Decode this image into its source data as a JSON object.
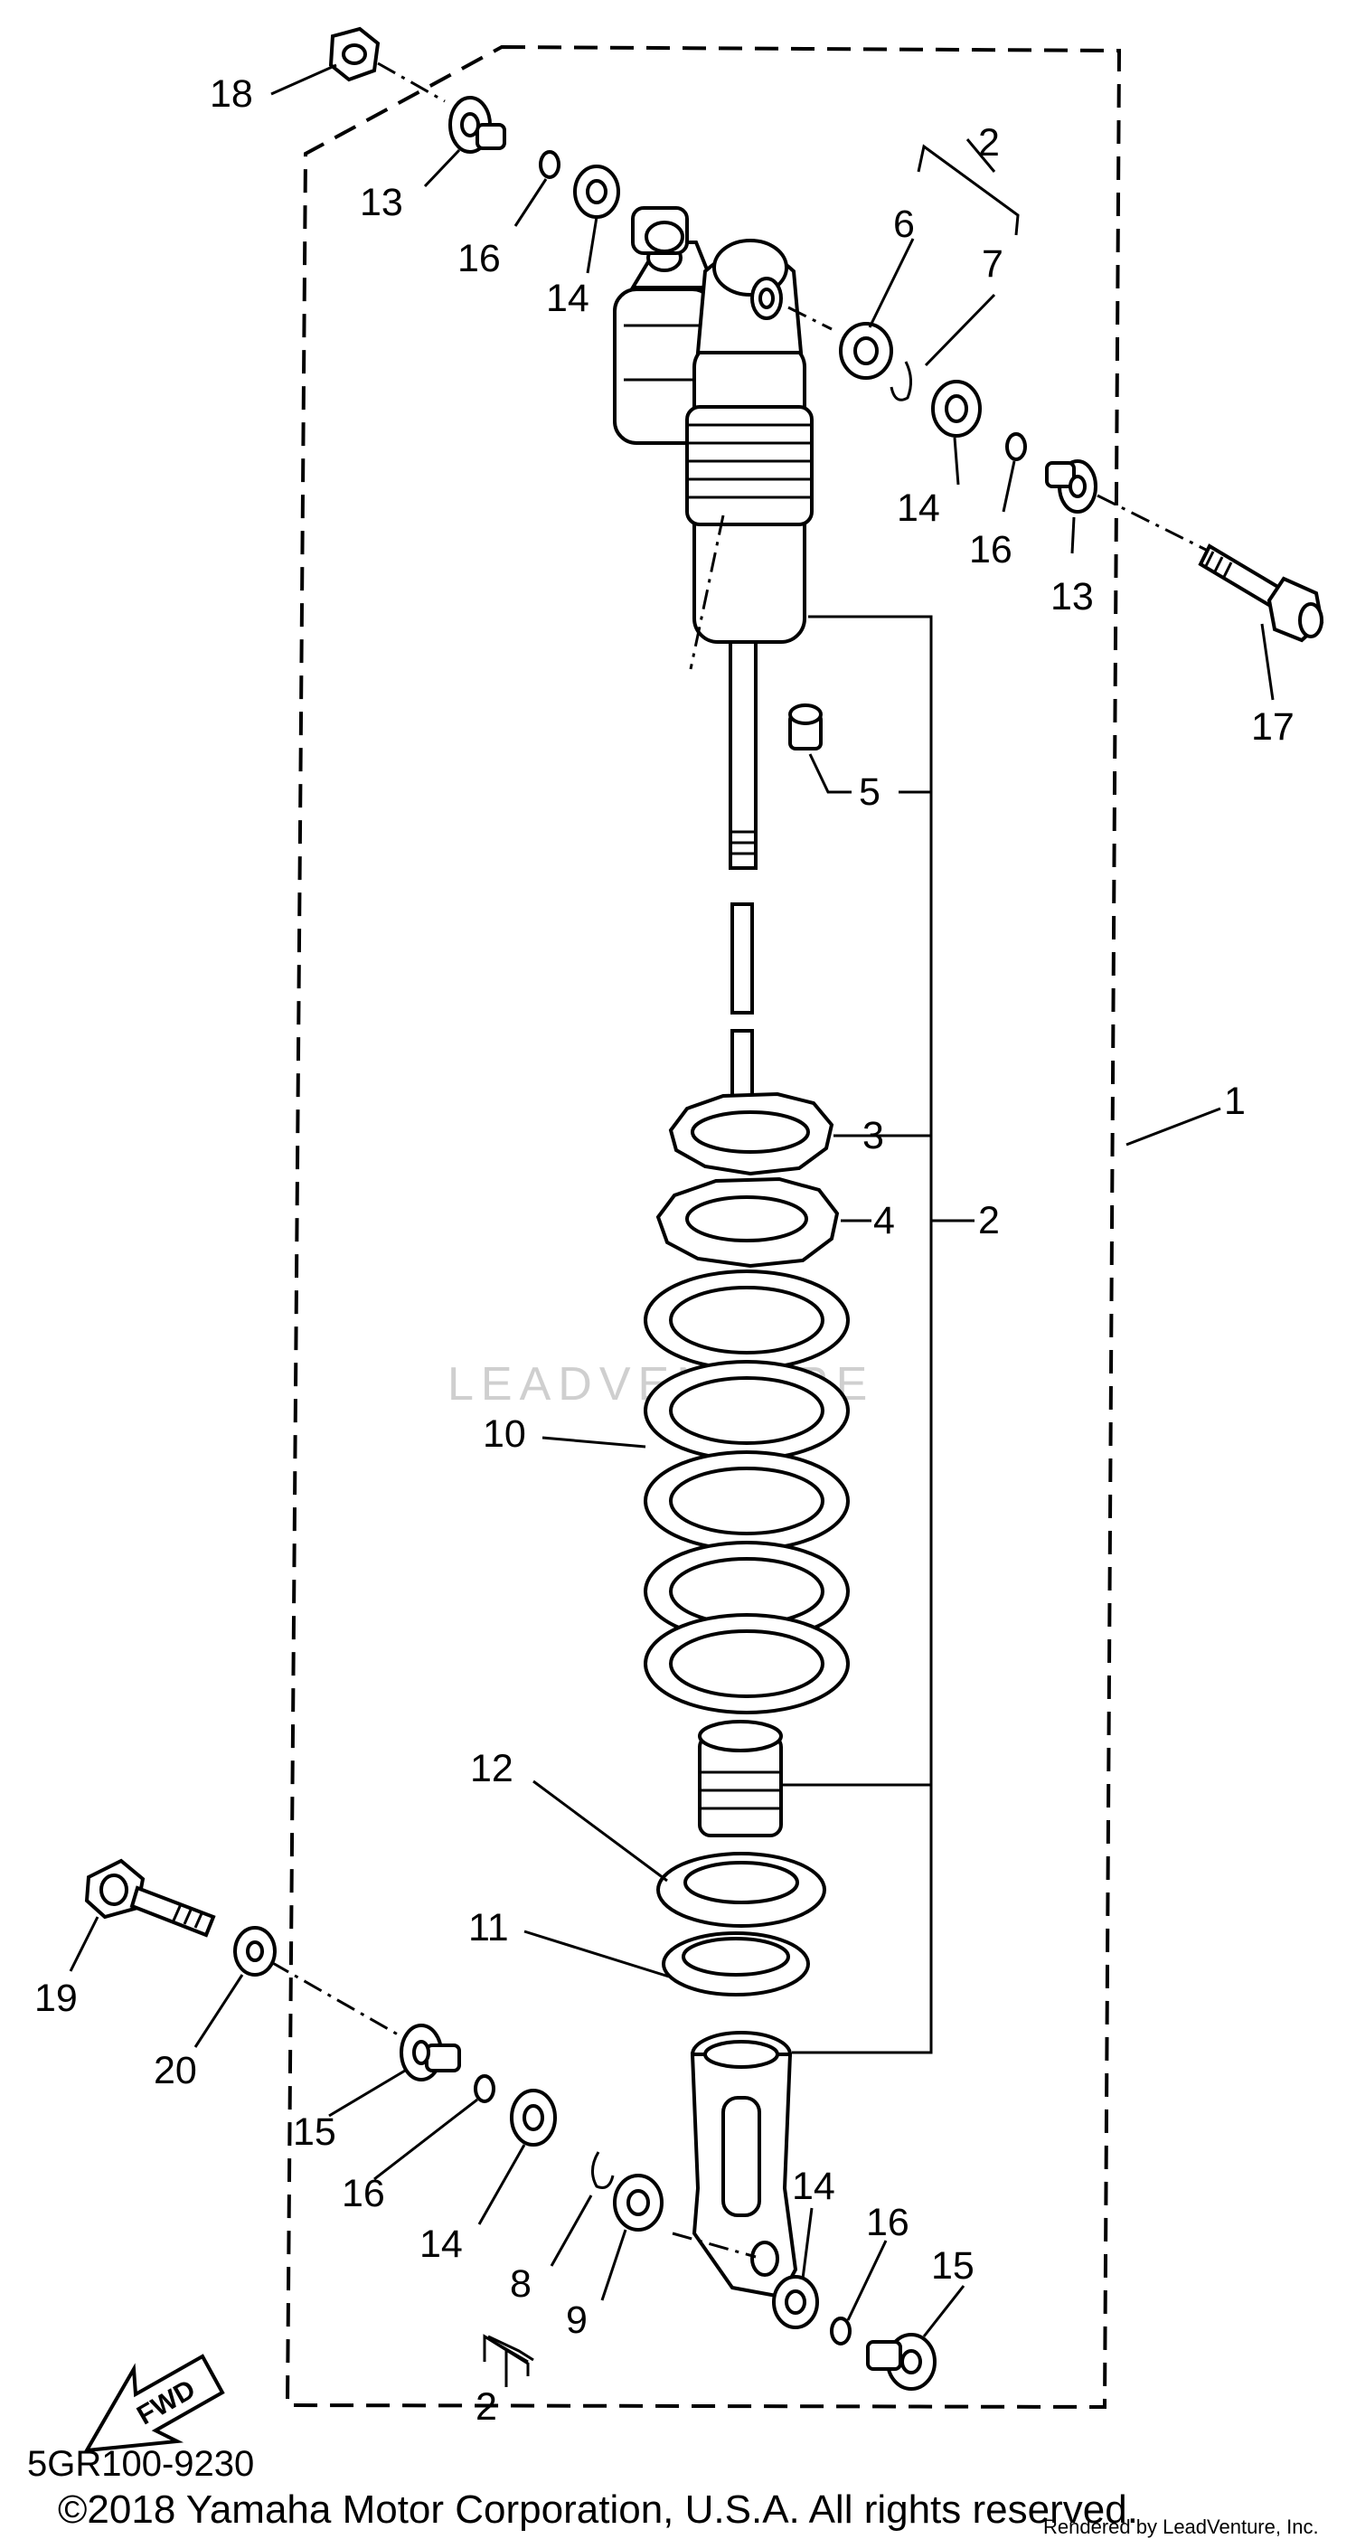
{
  "diagram": {
    "part_numbers": [
      "1",
      "2",
      "3",
      "4",
      "5",
      "6",
      "7",
      "8",
      "9",
      "10",
      "11",
      "12",
      "13",
      "14",
      "15",
      "16",
      "17",
      "18",
      "19",
      "20"
    ],
    "callouts": {
      "c18": "18",
      "c13_top": "13",
      "c16_top": "16",
      "c14_top": "14",
      "c2_top": "2",
      "c6": "6",
      "c7": "7",
      "c14_right": "14",
      "c16_right": "16",
      "c13_right": "13",
      "c17": "17",
      "c5": "5",
      "c1": "1",
      "c3": "3",
      "c4": "4",
      "c2_mid": "2",
      "c10": "10",
      "c12": "12",
      "c11": "11",
      "c19": "19",
      "c20": "20",
      "c15_left": "15",
      "c16_left": "16",
      "c14_left": "14",
      "c8": "8",
      "c9": "9",
      "c2_bottom": "2",
      "c14_bottom": "14",
      "c16_bottom": "16",
      "c15_bottom": "15"
    },
    "fwd_label": "FWD",
    "drawing_code": "5GR100-9230",
    "watermark": "LEADVENTURE",
    "copyright": "©2018 Yamaha Motor Corporation, U.S.A. All rights reserved.",
    "rendered_by": "Rendered by LeadVenture, Inc."
  }
}
